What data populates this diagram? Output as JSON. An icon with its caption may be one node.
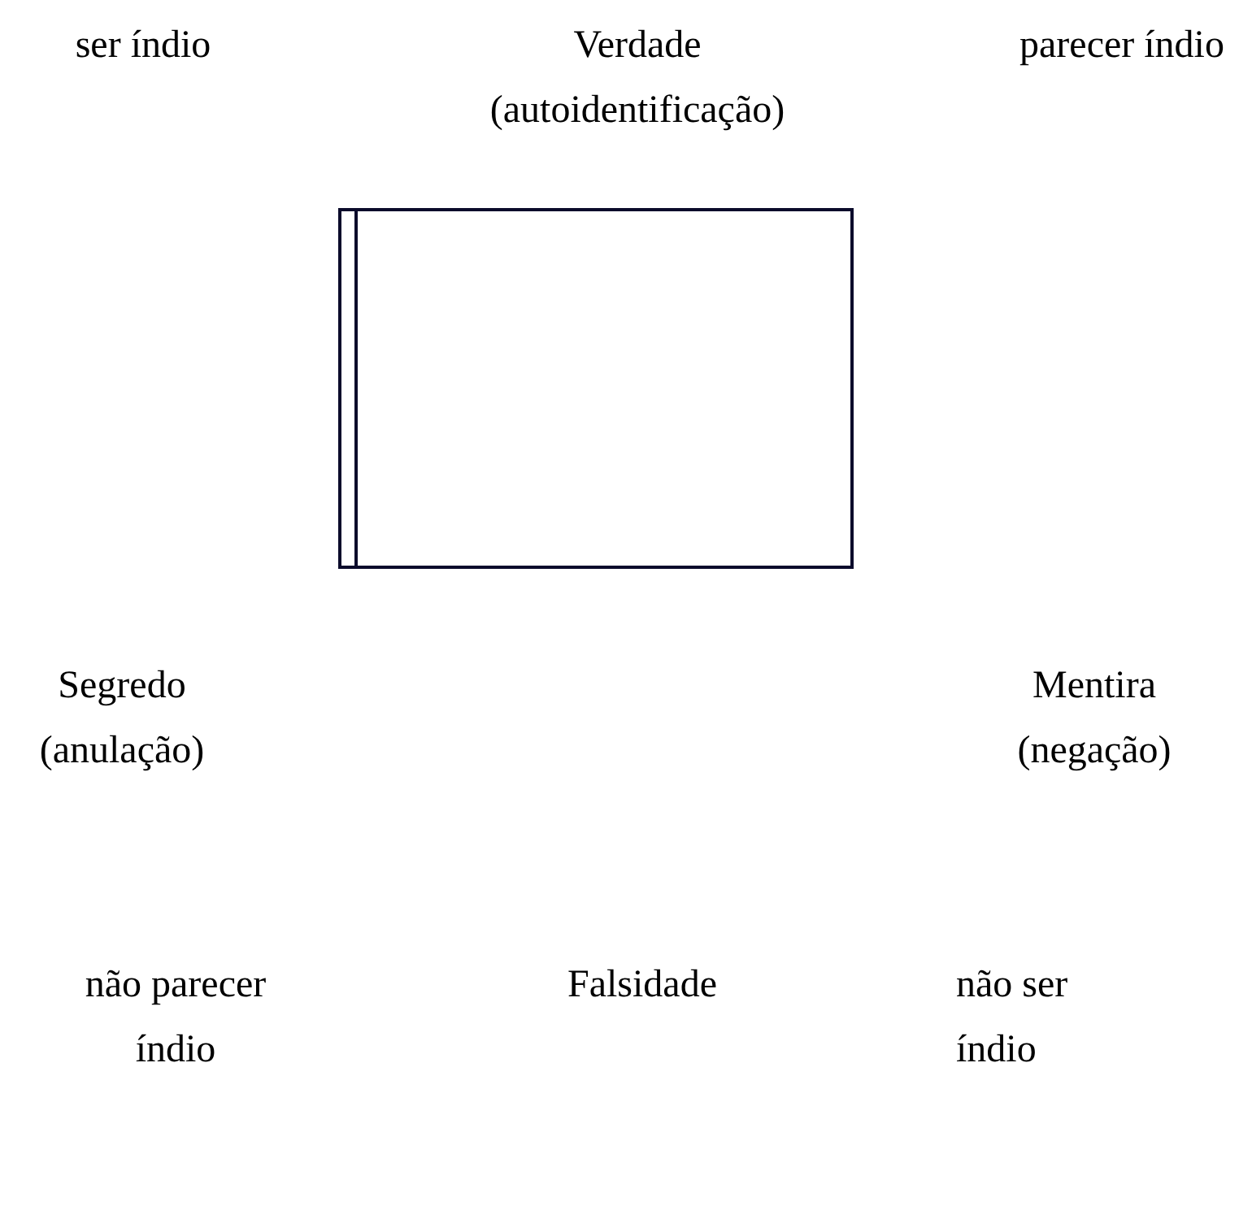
{
  "diagram": {
    "labels": [
      "ser índio",
      "Verdade (autoidentificação)",
      "parecer índio",
      "Segredo (anulação)",
      "Mentira (negação)",
      "não parecer índio",
      "Falsidade",
      "não ser índio"
    ]
  }
}
